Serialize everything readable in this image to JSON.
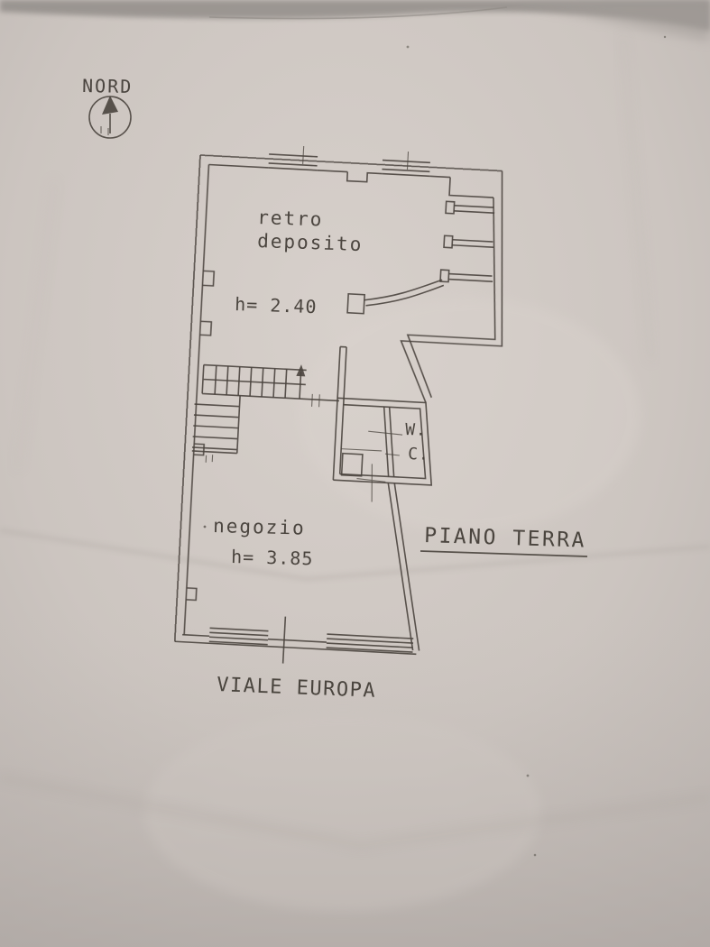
{
  "document": {
    "kind": "scanned floor plan photograph"
  },
  "compass": {
    "label": "NORD"
  },
  "labels": {
    "room1_line1": "retro",
    "room1_line2": "deposito",
    "room1_height": "h= 2.40",
    "room2_name": "negozio",
    "room2_height": "h= 3.85",
    "wc_line1": "W.",
    "wc_line2": "C.",
    "plan_title": "PIANO TERRA",
    "street": "VIALE EUROPA"
  },
  "colors": {
    "paper": "#cdc6c1",
    "ink": "#4a443e",
    "text": "#3f3a34"
  }
}
